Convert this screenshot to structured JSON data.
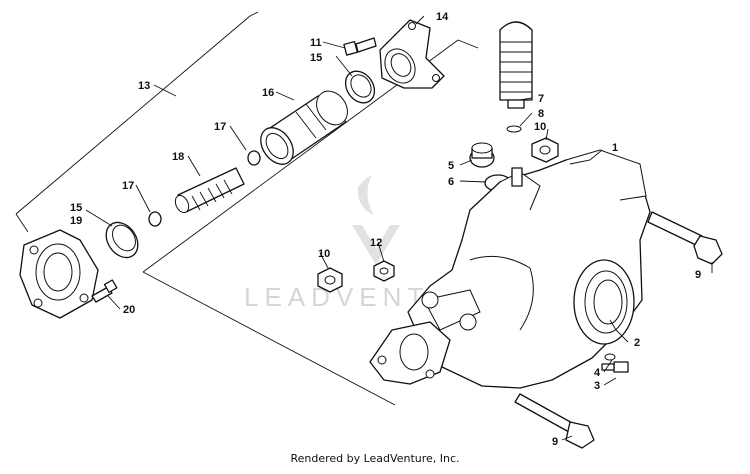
{
  "diagram": {
    "watermark": "LEADVENTURE",
    "footer": "Rendered by LeadVenture, Inc.",
    "callouts": {
      "c1": "1",
      "c2": "2",
      "c3": "3",
      "c4": "4",
      "c5": "5",
      "c6": "6",
      "c7": "7",
      "c8": "8",
      "c9a": "9",
      "c9b": "9",
      "c10a": "10",
      "c10b": "10",
      "c11": "11",
      "c12": "12",
      "c13": "13",
      "c14": "14",
      "c15a": "15",
      "c15b": "15",
      "c16": "16",
      "c17a": "17",
      "c17b": "17",
      "c18": "18",
      "c19": "19",
      "c20": "20"
    }
  }
}
